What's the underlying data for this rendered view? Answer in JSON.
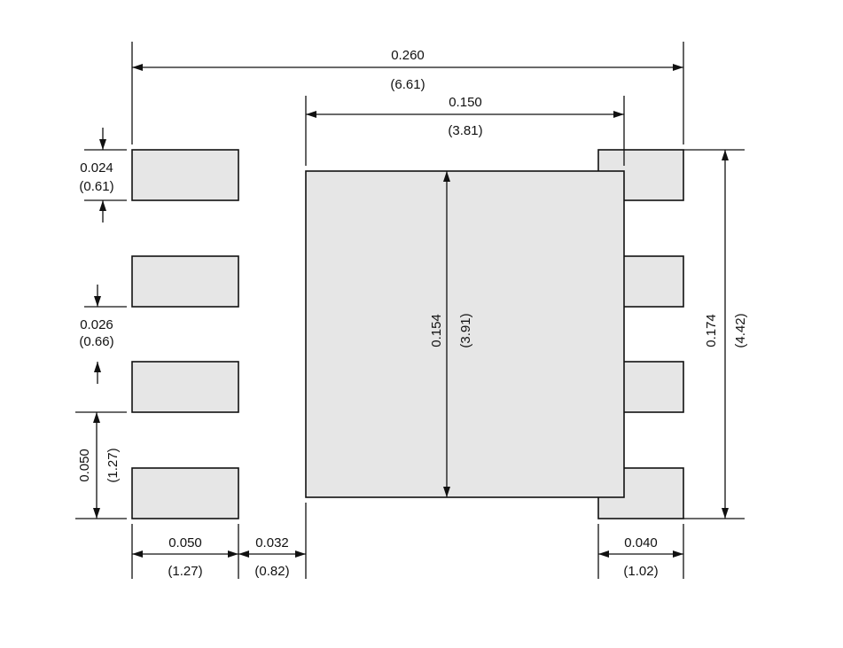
{
  "colors": {
    "pad_fill": "#e6e6e6",
    "line": "#111111",
    "background": "#ffffff"
  },
  "dimensions": {
    "overall_width": {
      "in": "0.260",
      "mm": "(6.61)"
    },
    "thermal_pad_width": {
      "in": "0.150",
      "mm": "(3.81)"
    },
    "thermal_pad_height": {
      "in": "0.154",
      "mm": "(3.91)"
    },
    "overall_height": {
      "in": "0.174",
      "mm": "(4.42)"
    },
    "pad_height": {
      "in": "0.024",
      "mm": "(0.61)"
    },
    "pad_gap": {
      "in": "0.026",
      "mm": "(0.66)"
    },
    "pitch": {
      "in": "0.050",
      "mm": "(1.27)"
    },
    "pad_length_left": {
      "in": "0.050",
      "mm": "(1.27)"
    },
    "pad_to_thermal_gap": {
      "in": "0.032",
      "mm": "(0.82)"
    },
    "pad_length_right": {
      "in": "0.040",
      "mm": "(1.02)"
    }
  }
}
